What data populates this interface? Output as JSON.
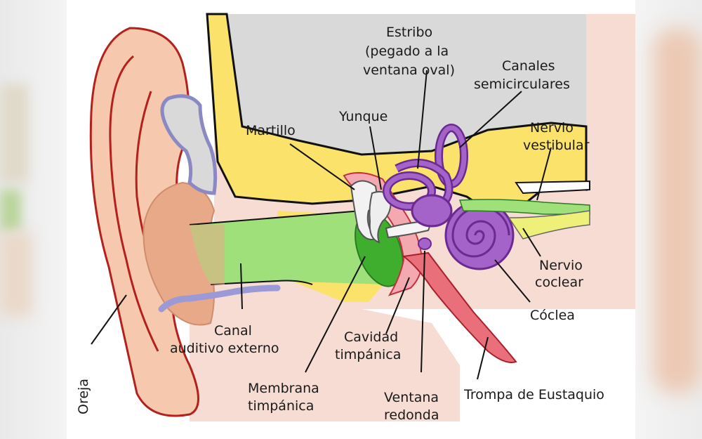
{
  "labels": {
    "estribo_1": "Estribo",
    "estribo_2": "(pegado a la",
    "estribo_3": "ventana oval)",
    "canales_1": "Canales",
    "canales_2": "semicirculares",
    "yunque": "Yunque",
    "martillo": "Martillo",
    "nervio_vest_1": "Nervio",
    "nervio_vest_2": "vestibular",
    "nervio_coc_1": "Nervio",
    "nervio_coc_2": "coclear",
    "coclea": "Cóclea",
    "canal_1": "Canal",
    "canal_2": "auditivo externo",
    "cavidad_1": "Cavidad",
    "cavidad_2": "timpánica",
    "membrana_1": "Membrana",
    "membrana_2": "timpánica",
    "ventana_1": "Ventana",
    "ventana_2": "redonda",
    "trompa": "Trompa de Eustaquio",
    "oreja": "Oreja"
  },
  "colors": {
    "skin": "#f6c8ad",
    "ear_dark": "#e7a988",
    "ear_outline": "#b3211d",
    "bone": "#fbe26a",
    "skull_gray": "#d9d9d9",
    "canal_green": "#9fe07a",
    "eardrum_green": "#3fae2e",
    "labyrinth": "#a463c9",
    "labyrinth_dark": "#6a2a91",
    "cartilage": "#9c9ad6",
    "tube_red": "#e9707a",
    "nerve_yellow": "#eef07a"
  }
}
